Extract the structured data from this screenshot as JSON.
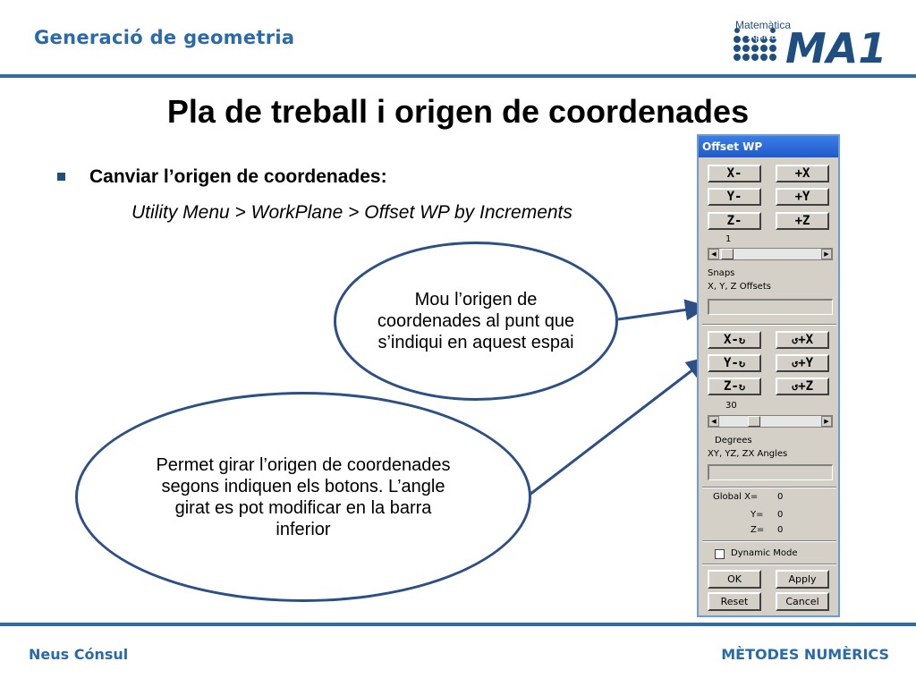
{
  "header": {
    "title": "Generació de geometria",
    "logo_line1": "Matemàtica",
    "logo_line2": "Aplicada",
    "logo_mark": "MA1"
  },
  "slide": {
    "title": "Pla de treball i origen de coordenades",
    "bullet": "Canviar l’origen de coordenades:",
    "path": "Utility Menu > WorkPlane > Offset WP by Increments"
  },
  "callouts": {
    "offset_note": "Mou l’origen de coordenades al punt que s’indiqui en aquest espai",
    "rotate_note": "Permet girar l’origen de coordenades segons indiquen els botons. L’angle girat es pot modificar en la barra inferior"
  },
  "dialog": {
    "title": "Offset WP",
    "translate_buttons": [
      "X-",
      "+X",
      "Y-",
      "+Y",
      "Z-",
      "+Z"
    ],
    "snap_value": "1",
    "snaps_label": "Snaps",
    "offsets_label": "X, Y, Z Offsets",
    "offsets_value": "",
    "rotate_buttons": [
      "X-",
      "+X",
      "Y-",
      "+Y",
      "Z-",
      "+Z"
    ],
    "degrees_value": "30",
    "degrees_label": "Degrees",
    "angles_label": "XY, YZ, ZX Angles",
    "angles_value": "",
    "global_label": "Global X=",
    "global_x": "0",
    "y_label": "Y=",
    "global_y": "0",
    "z_label": "Z=",
    "global_z": "0",
    "dynamic_mode_label": "Dynamic Mode",
    "ok_label": "OK",
    "apply_label": "Apply",
    "reset_label": "Reset",
    "cancel_label": "Cancel"
  },
  "footer": {
    "author": "Neus Cónsul",
    "course": "MÈTODES NUMÈRICS"
  },
  "colors": {
    "accent": "#2a6aa8",
    "rule": "#2f6da3",
    "callout_border": "#2c4f86",
    "dialog_bg": "#d4d0c8",
    "titlebar": "#2059c9"
  }
}
